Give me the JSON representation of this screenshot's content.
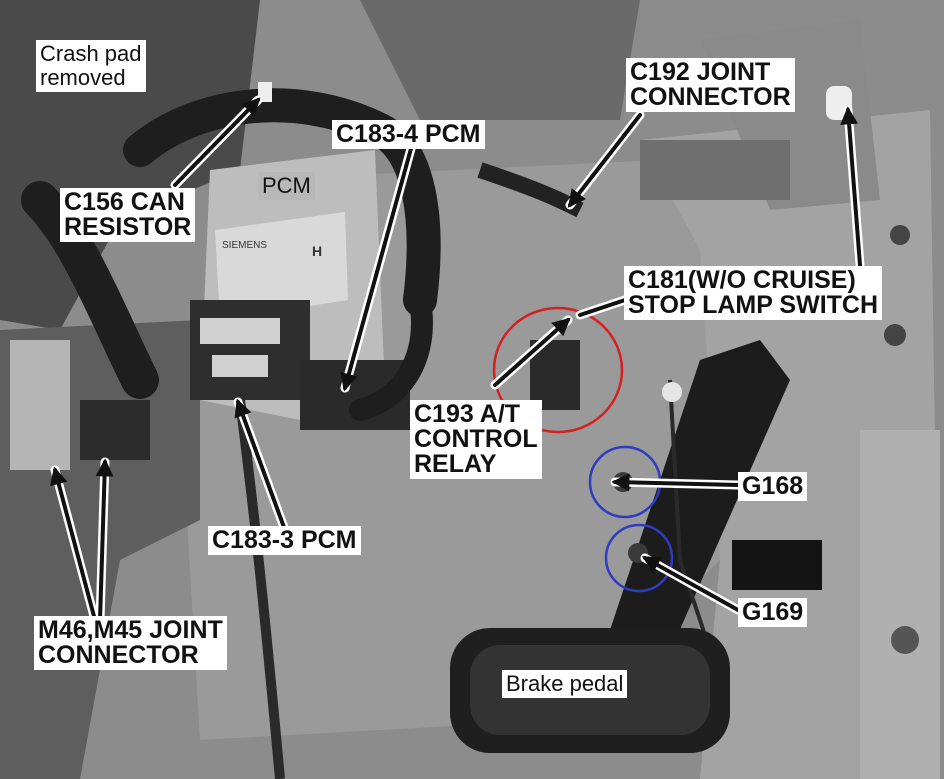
{
  "colors": {
    "photo_bg": "#8c8c8c",
    "panel": "#a6a6a6",
    "dark": "#262626",
    "label_bg": "#ffffff",
    "text": "#111111",
    "red_circle": "#d42020",
    "blue_circle": "#2e3cc0"
  },
  "labels": {
    "crash_pad": [
      "Crash pad",
      "removed"
    ],
    "pcm": "PCM",
    "c156": [
      "C156 CAN",
      "RESISTOR"
    ],
    "c183_4": "C183-4 PCM",
    "c192": [
      "C192 JOINT",
      "CONNECTOR"
    ],
    "c181": [
      "C181(W/O CRUISE)",
      "STOP LAMP SWITCH"
    ],
    "c193": [
      "C193 A/T",
      "CONTROL",
      "RELAY"
    ],
    "g168": "G168",
    "g169": "G169",
    "c183_3": "C183-3 PCM",
    "m46": [
      "M46,M45 JOINT",
      "CONNECTOR"
    ],
    "brake": "Brake pedal"
  },
  "module_print": {
    "brand": "SIEMENS",
    "mark": "H"
  }
}
